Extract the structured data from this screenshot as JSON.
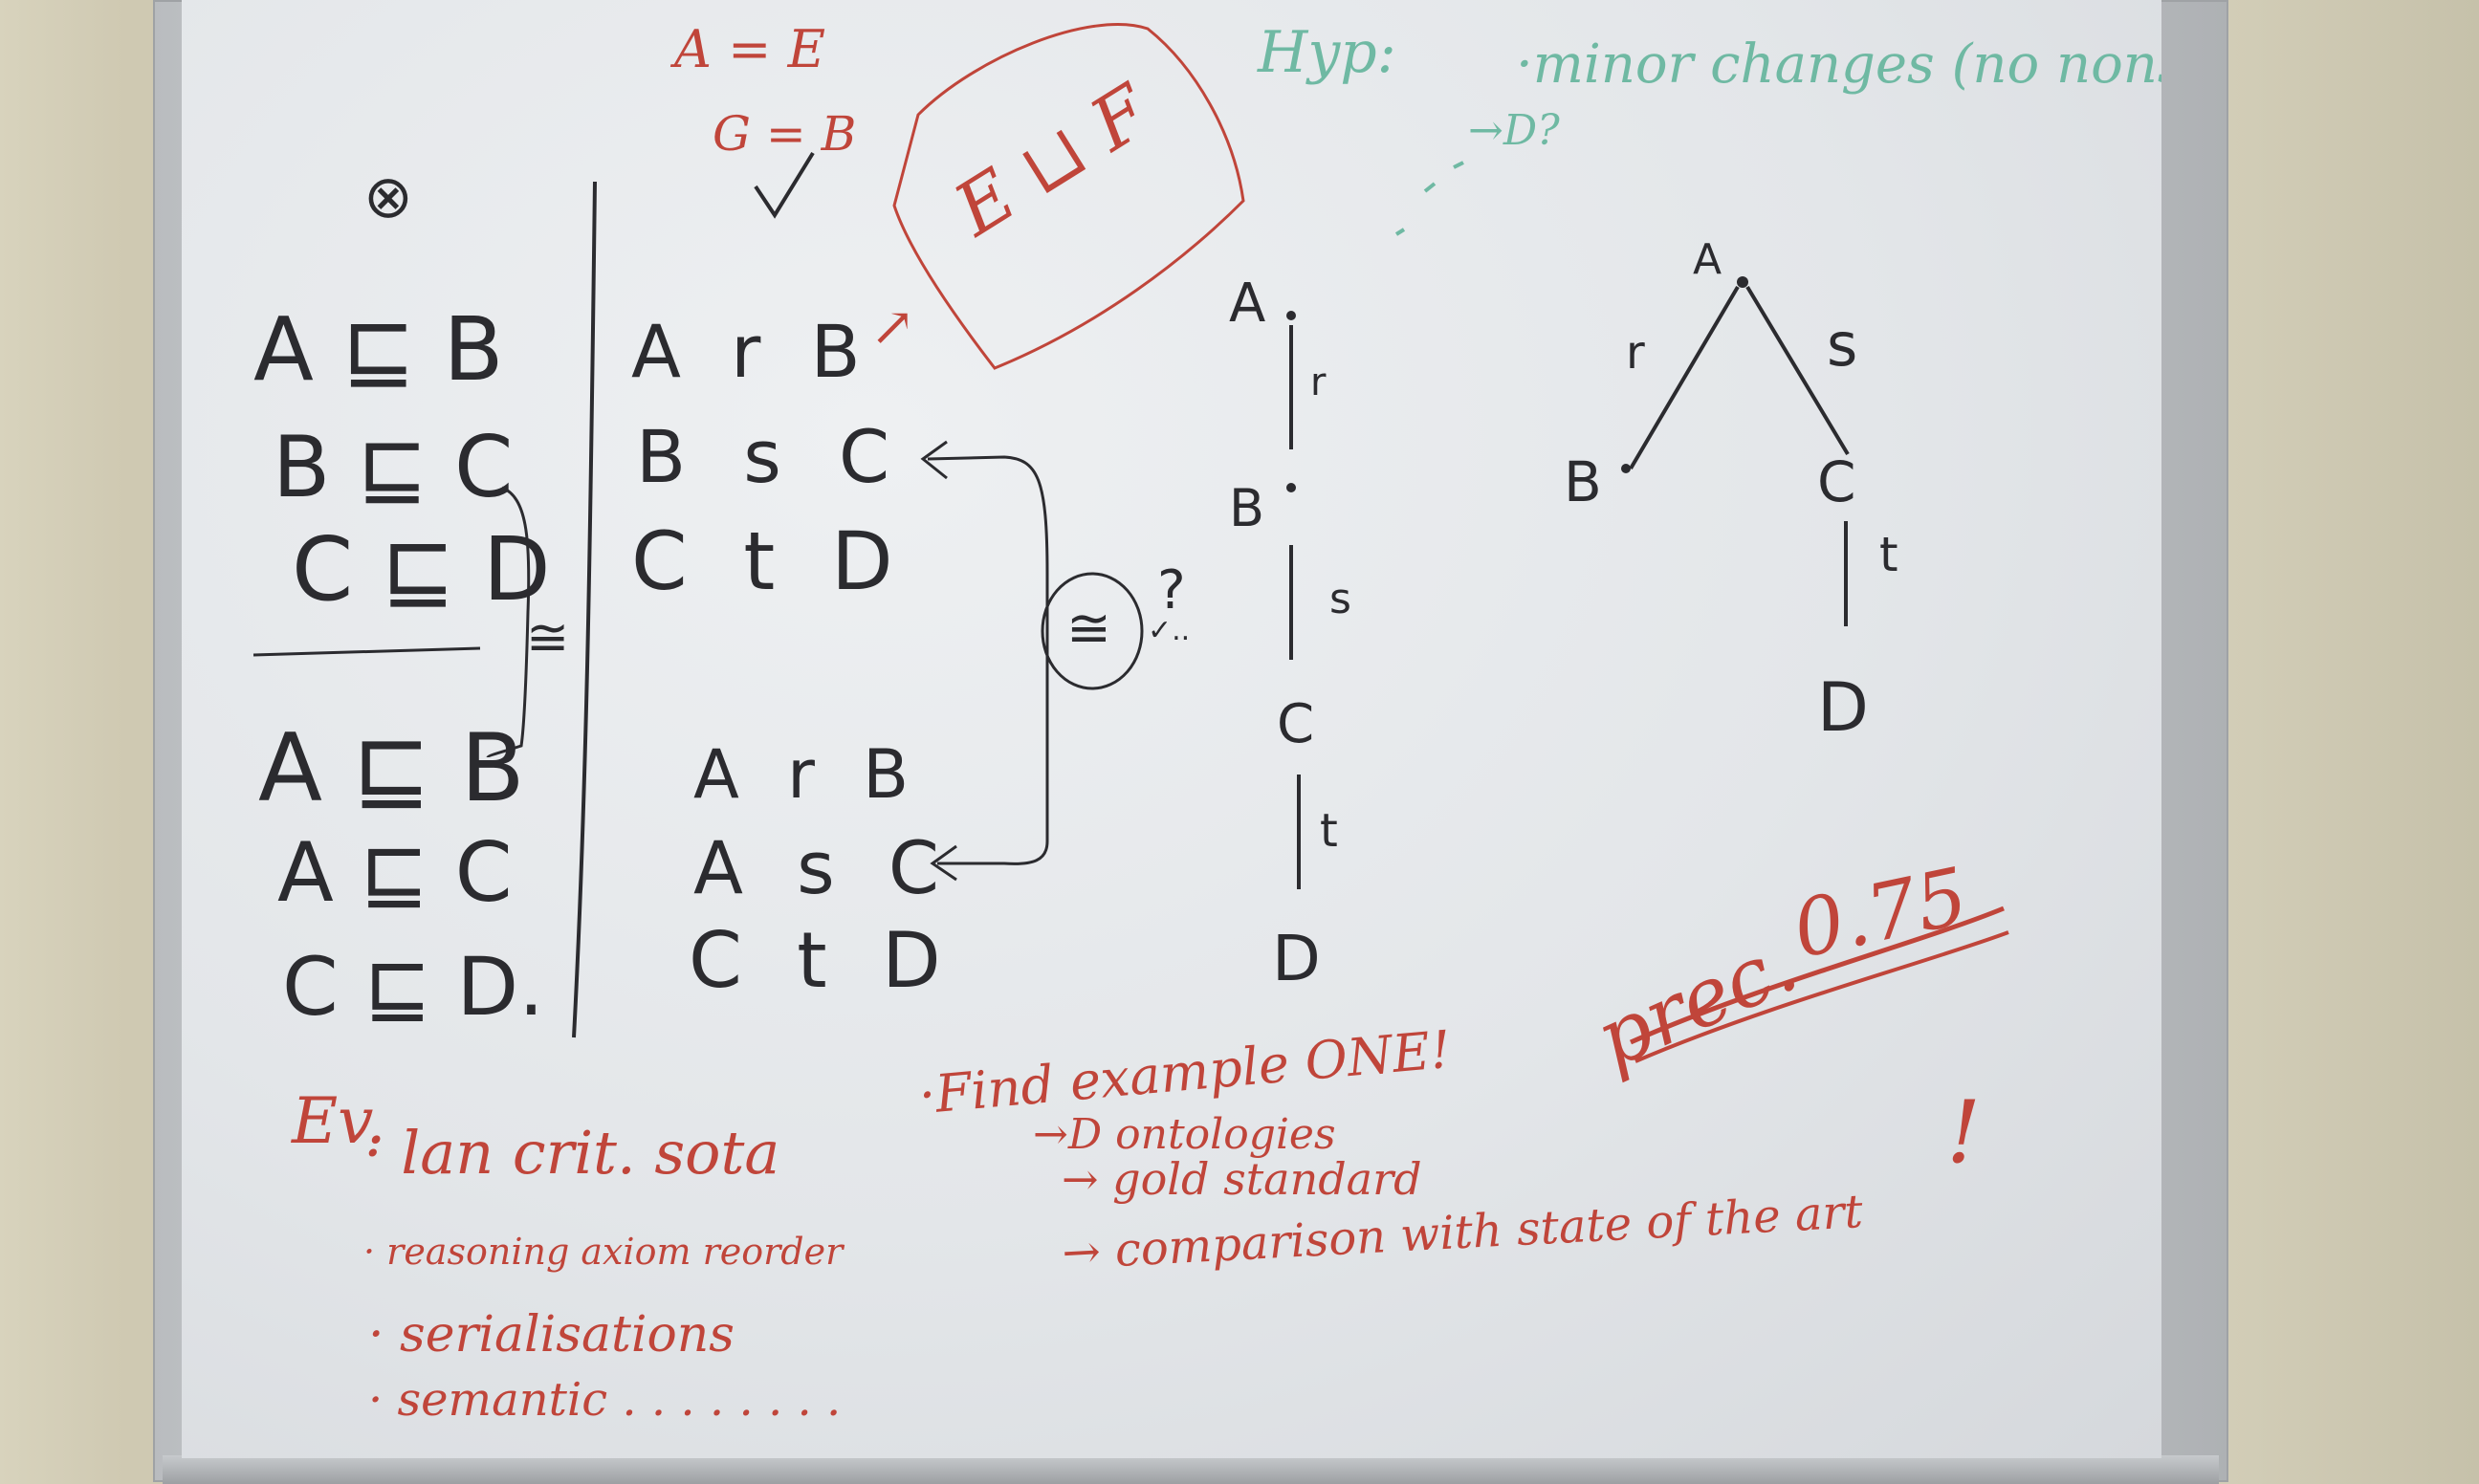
{
  "whiteboard": {
    "left_column": {
      "mark": "⊗",
      "premises": [
        "A ⊑ B",
        "B ⊑ C",
        "C ⊑ D"
      ],
      "conclusions": [
        "A ⊑ B",
        "A ⊑ C",
        "C ⊑ D."
      ],
      "relation_mark": "≅"
    },
    "middle_column": {
      "top_notes": [
        "A = E",
        "G = B"
      ],
      "checkmark": "✓",
      "box_label": "E ⊔ F",
      "arrow_mark": "↗",
      "group_1": [
        "A r B",
        "B s C",
        "C t D"
      ],
      "group_2": [
        "A r B",
        "A s C",
        "C t D"
      ],
      "circled_mark": "≅",
      "question": "?",
      "question_check": "✓.."
    },
    "chain_graph": {
      "nodes": [
        "A",
        "B",
        "C",
        "D"
      ],
      "edges": [
        "r",
        "s",
        "t"
      ]
    },
    "tree_graph": {
      "root": "A",
      "left_edge": "r",
      "left_node": "B",
      "right_edge": "s",
      "right_node": "C",
      "lower_edge": "t",
      "lower_node": "D"
    },
    "hyp_note": {
      "label": "Hyp:",
      "text": "·minor changes (no nons",
      "arrow": "→D?"
    },
    "score": {
      "label": "prec.",
      "value": "0.75"
    },
    "evaluation": {
      "heading": "Ev.",
      "items": [
        "· lan crit. sota",
        "· reasoning axiom reorder",
        "· serialisations",
        "· semantic . . . . . . . ."
      ]
    },
    "find_example": {
      "heading": "·Find example ONE!",
      "items": [
        "→D ontologies",
        "→ gold standard",
        "→ comparison with state of the art"
      ],
      "exclaim": "!"
    }
  }
}
